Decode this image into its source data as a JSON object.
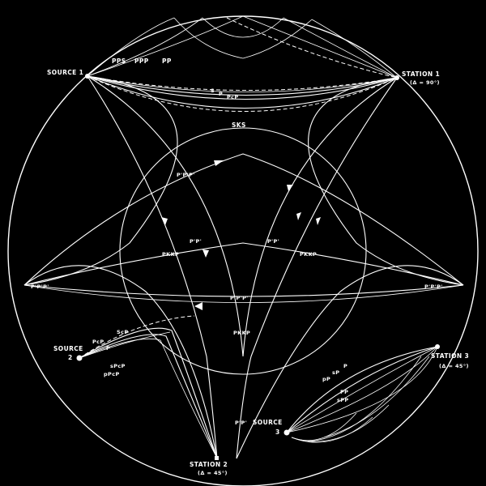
{
  "colors": {
    "background": "#000000",
    "lines": "#ffffff"
  },
  "labels": {
    "source1": "SOURCE 1",
    "station1": "STATION 1",
    "station1_dist": "(Δ = 90°)",
    "source2_a": "SOURCE",
    "source2_b": "2",
    "station2": "STATION 2",
    "station2_dist": "(Δ = 45°)",
    "source3_a": "SOURCE",
    "source3_b": "3",
    "station3": "STATION 3",
    "station3_dist": "(Δ = 45°)",
    "pps": "PPS",
    "ppp": "PPP",
    "pp_top": "PP",
    "s": "S",
    "p": "P",
    "pcp1": "PcP",
    "sks": "SKS",
    "pppp_arc_top": "P'P'P'",
    "pkkp_left": "PKKP",
    "pp_left": "P'P'",
    "pp_right": "P'P'",
    "pkkp_right": "PKKP",
    "pppp_left": "P'P'P'",
    "pppp_right": "P'P'P'",
    "pppp_bottom_arc": "P'P'P'",
    "pkkp_bottom": "PKKP",
    "pp_bottom": "P'P'",
    "scp": "ScP",
    "pcp2": "PcP",
    "pcp_s2": "P",
    "spcp": "sPcP",
    "ppcp": "pPcP",
    "pp3_p": "P",
    "pp3_sp": "sP",
    "pp3_pp": "pP",
    "pp3_pp2": "PP",
    "pp3_spp": "sPP"
  }
}
